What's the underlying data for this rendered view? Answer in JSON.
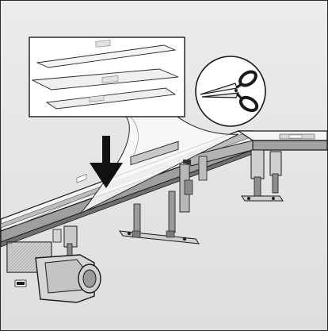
{
  "illustration": {
    "tokens": [
      "scissors-icon",
      "down-arrow-icon",
      "protective-sheets",
      "shower-drain-channel",
      "adjustable-feet",
      "drain-outlet"
    ],
    "colors": {
      "background": "#e3e3e3",
      "outline": "#1a1a1a",
      "channel_light": "#f2f2f2",
      "channel_shade": "#a9a9a9",
      "sheet": "#f7f7f7",
      "panel_white": "#ffffff"
    }
  }
}
